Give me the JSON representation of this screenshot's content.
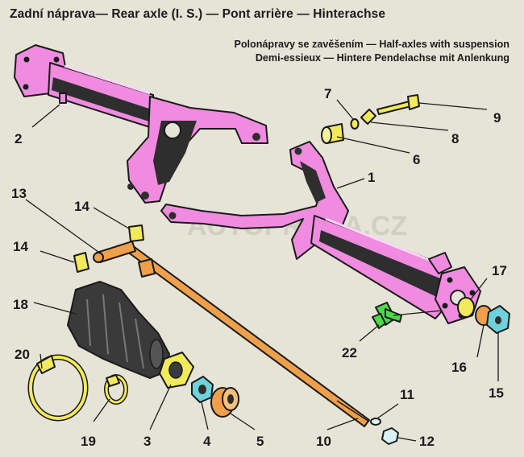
{
  "header": {
    "title": "Zadní náprava— Rear axle (I. S.) — Pont arrière — Hinterachse",
    "subtitle_line1": "Polonápravy se zavěšením — Half-axles with suspension",
    "subtitle_line2": "Demi-essieux — Hintere Pendelachse mit Anlenkung"
  },
  "watermark": "AUTOPRAGA.CZ",
  "colors": {
    "background": "#e6e4d6",
    "axle_housing": "#f08be0",
    "half_shaft": "#f0a04a",
    "rubber_boot": "#3a3a3a",
    "clamp": "#f2ea5a",
    "nut": "#6dd2dc",
    "fitting": "#4fd84a",
    "outline": "#1a1a1a"
  },
  "callouts": [
    {
      "id": "1",
      "label": "1"
    },
    {
      "id": "2",
      "label": "2"
    },
    {
      "id": "3",
      "label": "3"
    },
    {
      "id": "4",
      "label": "4"
    },
    {
      "id": "5",
      "label": "5"
    },
    {
      "id": "6",
      "label": "6"
    },
    {
      "id": "7",
      "label": "7"
    },
    {
      "id": "8",
      "label": "8"
    },
    {
      "id": "9",
      "label": "9"
    },
    {
      "id": "10",
      "label": "10"
    },
    {
      "id": "11",
      "label": "11"
    },
    {
      "id": "12",
      "label": "12"
    },
    {
      "id": "13",
      "label": "13"
    },
    {
      "id": "14a",
      "label": "14"
    },
    {
      "id": "14b",
      "label": "14"
    },
    {
      "id": "15",
      "label": "15"
    },
    {
      "id": "16",
      "label": "16"
    },
    {
      "id": "17",
      "label": "17"
    },
    {
      "id": "18",
      "label": "18"
    },
    {
      "id": "19",
      "label": "19"
    },
    {
      "id": "20",
      "label": "20"
    },
    {
      "id": "22",
      "label": "22"
    }
  ]
}
